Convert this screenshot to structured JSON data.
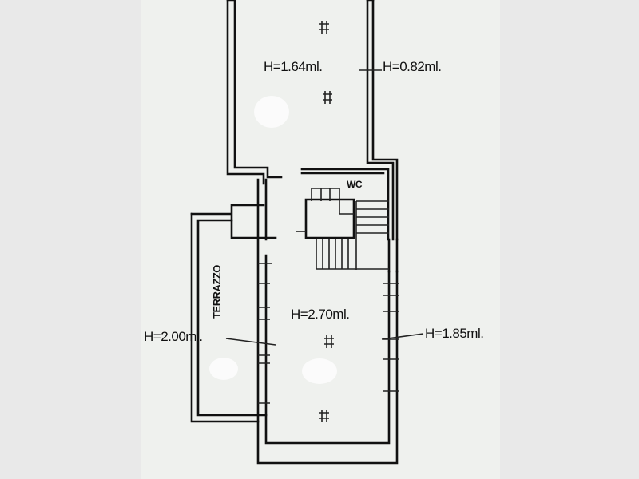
{
  "plan": {
    "top_room_height": "H=1.64ml.",
    "top_room_side_height": "H=0.82ml.",
    "wc_label": "WC",
    "terrace_label": "TERRAZZO",
    "main_room_height": "H=2.70ml.",
    "main_left_height": "H=2.00ml.",
    "main_right_height": "H=1.85ml."
  }
}
